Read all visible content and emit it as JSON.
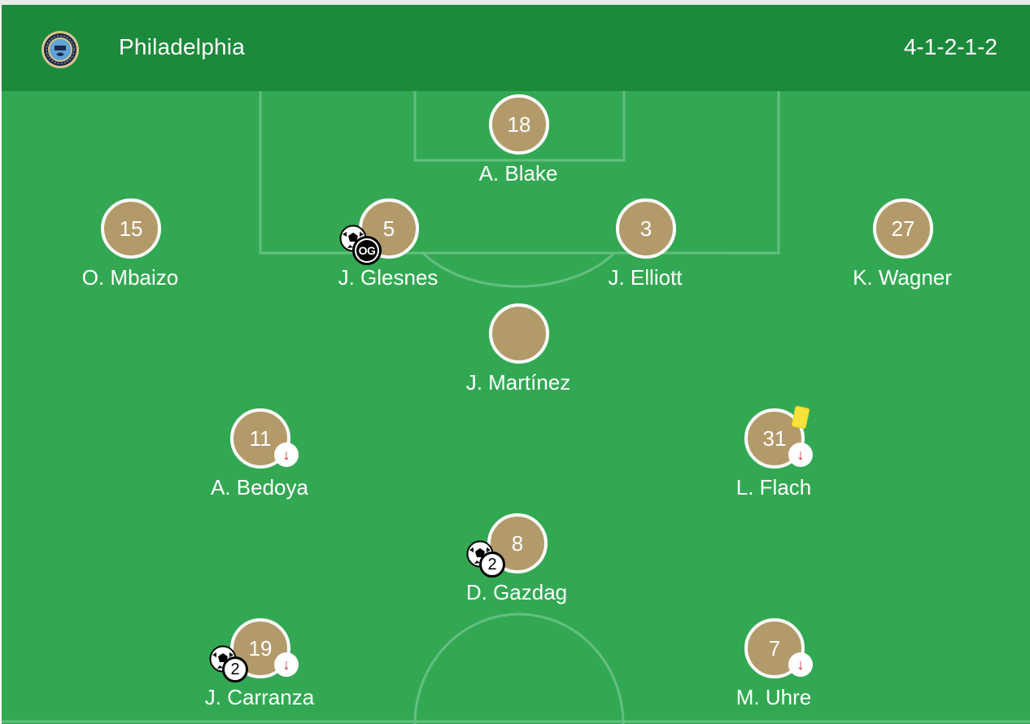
{
  "header": {
    "team_name": "Philadelphia",
    "formation": "4-1-2-1-2",
    "crest_icon": "philadelphia-union-crest-icon"
  },
  "colors": {
    "pitch": "#33a853",
    "header": "#1c8a3b",
    "player_disc": "#b29a6a",
    "sub_arrow": "#e0162b",
    "yellow_card": "#f7e23a"
  },
  "players": [
    {
      "number": "18",
      "name": "A. Blake"
    },
    {
      "number": "15",
      "name": "O. Mbaizo"
    },
    {
      "number": "5",
      "name": "J. Glesnes",
      "own_goal_label": "OG"
    },
    {
      "number": "3",
      "name": "J. Elliott"
    },
    {
      "number": "27",
      "name": "K. Wagner"
    },
    {
      "number": "",
      "name": "J. Martínez"
    },
    {
      "number": "11",
      "name": "A. Bedoya",
      "sub_icon": "substitution-out-icon"
    },
    {
      "number": "31",
      "name": "L. Flach",
      "sub_icon": "substitution-out-icon",
      "card": "yellow-card-icon"
    },
    {
      "number": "8",
      "name": "D. Gazdag",
      "goals": "2"
    },
    {
      "number": "19",
      "name": "J. Carranza",
      "goals": "2",
      "sub_icon": "substitution-out-icon"
    },
    {
      "number": "7",
      "name": "M. Uhre",
      "sub_icon": "substitution-out-icon"
    }
  ]
}
